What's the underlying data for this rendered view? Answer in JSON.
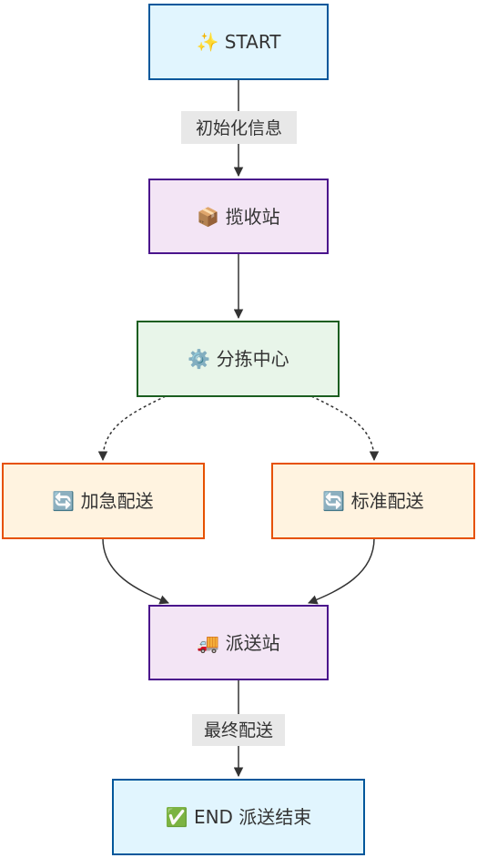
{
  "nodes": {
    "start": {
      "label": "✨ START",
      "fill": "#e1f5fe",
      "stroke": "#01579b"
    },
    "pickup": {
      "label": "📦 揽收站",
      "fill": "#f3e5f5",
      "stroke": "#4a148c"
    },
    "sorting": {
      "label": "⚙️ 分拣中心",
      "fill": "#e8f5e9",
      "stroke": "#1b5e20"
    },
    "express": {
      "label": "🔄 加急配送",
      "fill": "#fff3e0",
      "stroke": "#e65100"
    },
    "standard": {
      "label": "🔄 标准配送",
      "fill": "#fff3e0",
      "stroke": "#e65100"
    },
    "dispatch": {
      "label": "🚚 派送站",
      "fill": "#f3e5f5",
      "stroke": "#4a148c"
    },
    "end": {
      "label": "✅ END 派送结束",
      "fill": "#e1f5fe",
      "stroke": "#01579b"
    }
  },
  "edges": {
    "init_label": "初始化信息",
    "final_label": "最终配送"
  },
  "colors": {
    "edge": "#333333",
    "edge_label_bg": "#e8e8e8"
  }
}
